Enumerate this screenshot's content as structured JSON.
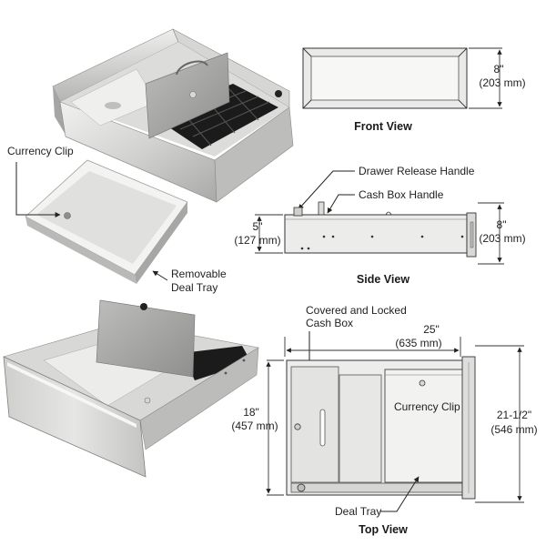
{
  "photo_labels": {
    "currency_clip": "Currency Clip",
    "removable_deal_tray_line1": "Removable",
    "removable_deal_tray_line2": "Deal Tray"
  },
  "front_view": {
    "title": "Front View",
    "height_in": "8\"",
    "height_mm": "(203 mm)"
  },
  "side_view": {
    "title": "Side View",
    "drawer_release_handle": "Drawer Release Handle",
    "cash_box_handle": "Cash Box Handle",
    "left_height_in": "5\"",
    "left_height_mm": "(127 mm)",
    "right_height_in": "8\"",
    "right_height_mm": "(203 mm)"
  },
  "top_view": {
    "title": "Top View",
    "covered_locked_line1": "Covered and Locked",
    "covered_locked_line2": "Cash Box",
    "width_in": "25\"",
    "width_mm": "(635 mm)",
    "depth_in": "18\"",
    "depth_mm": "(457 mm)",
    "overall_depth_in": "21-1/2\"",
    "overall_depth_mm": "(546 mm)",
    "currency_clip": "Currency Clip",
    "deal_tray": "Deal Tray"
  },
  "colors": {
    "steel_light": "#e4e4e2",
    "steel_mid": "#c9c9c7",
    "steel_dark": "#8e8e8c",
    "tray_black": "#1b1b1b",
    "line": "#333333"
  }
}
